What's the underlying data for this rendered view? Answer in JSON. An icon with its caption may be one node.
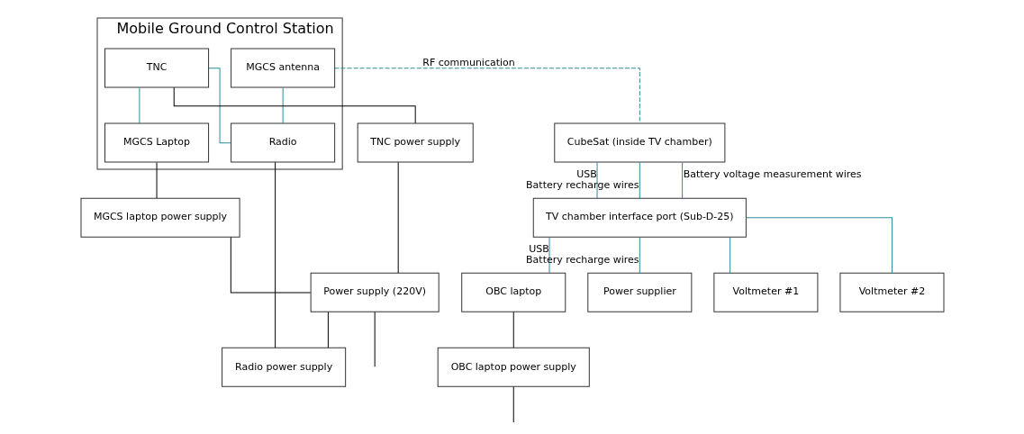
{
  "diagram": {
    "nodes": [
      {
        "text": [
          "Mobile Ground Control Station"
        ]
      },
      {
        "text": [
          "MGCS antenna"
        ],
        "in": 0
      },
      {
        "text": [
          "TNC"
        ],
        "in": 0
      },
      {
        "text": [
          "Radio"
        ],
        "in": 0
      },
      {
        "text": [
          "MGCS Laptop"
        ],
        "in": 0
      },
      {
        "text": [
          "TNC power supply"
        ]
      },
      {
        "text": [
          "MGCS laptop power supply"
        ]
      },
      {
        "text": [
          "Power supply (220V)"
        ]
      },
      {
        "text": [
          "Radio power supply"
        ]
      },
      {
        "text": [
          "CubeSat (inside TV chamber)"
        ]
      },
      {
        "text": [
          "TV chamber interface port (Sub-D-25)"
        ]
      },
      {
        "text": [
          "OBC laptop"
        ]
      },
      {
        "text": [
          "Power supplier"
        ]
      },
      {
        "text": [
          "Voltmeter #1"
        ]
      },
      {
        "text": [
          "Voltmeter #2"
        ]
      },
      {
        "text": [
          "OBC laptop power supply"
        ]
      }
    ],
    "edges": [
      {
        "from": 1,
        "to": 3,
        "arrow": "none"
      },
      {
        "from": 2,
        "to": 3,
        "arrow": "none"
      },
      {
        "from": 2,
        "to": 4,
        "arrow": "none"
      },
      {
        "from": 1,
        "to": 9,
        "arrow": "none",
        "label": "RF communication",
        "style": "dashed"
      },
      {
        "from": 2,
        "to": 5,
        "arrow": "none",
        "color": "#000000"
      },
      {
        "from": 4,
        "to": 6,
        "arrow": "none",
        "color": "#000000"
      },
      {
        "from": 3,
        "to": 8,
        "arrow": "none",
        "color": "#000000"
      },
      {
        "from": 5,
        "to": 7,
        "arrow": "none",
        "color": "#000000"
      },
      {
        "from": 6,
        "to": 7,
        "arrow": "none",
        "color": "#000000"
      },
      {
        "from": 7,
        "to": 8,
        "arrow": "none",
        "color": "#000000"
      },
      {
        "from": 7,
        "to": null,
        "arrow": "none",
        "color": "#000000"
      },
      {
        "from": 9,
        "to": 10,
        "arrow": "none",
        "label": "USB"
      },
      {
        "from": 9,
        "to": 10,
        "arrow": "none",
        "label": "Battery recharge wires"
      },
      {
        "from": 9,
        "to": 10,
        "arrow": "none",
        "label": "Battery voltage measurement wires"
      },
      {
        "from": 10,
        "to": 11,
        "arrow": "none",
        "label": "USB"
      },
      {
        "from": 10,
        "to": 12,
        "arrow": "none",
        "label": "Battery recharge wires"
      },
      {
        "from": 10,
        "to": 13,
        "arrow": "none"
      },
      {
        "from": 10,
        "to": 14,
        "arrow": "none"
      },
      {
        "from": 11,
        "to": 15,
        "arrow": "none",
        "color": "#000000"
      },
      {
        "from": 15,
        "to": null,
        "arrow": "none",
        "color": "#000000"
      }
    ]
  }
}
